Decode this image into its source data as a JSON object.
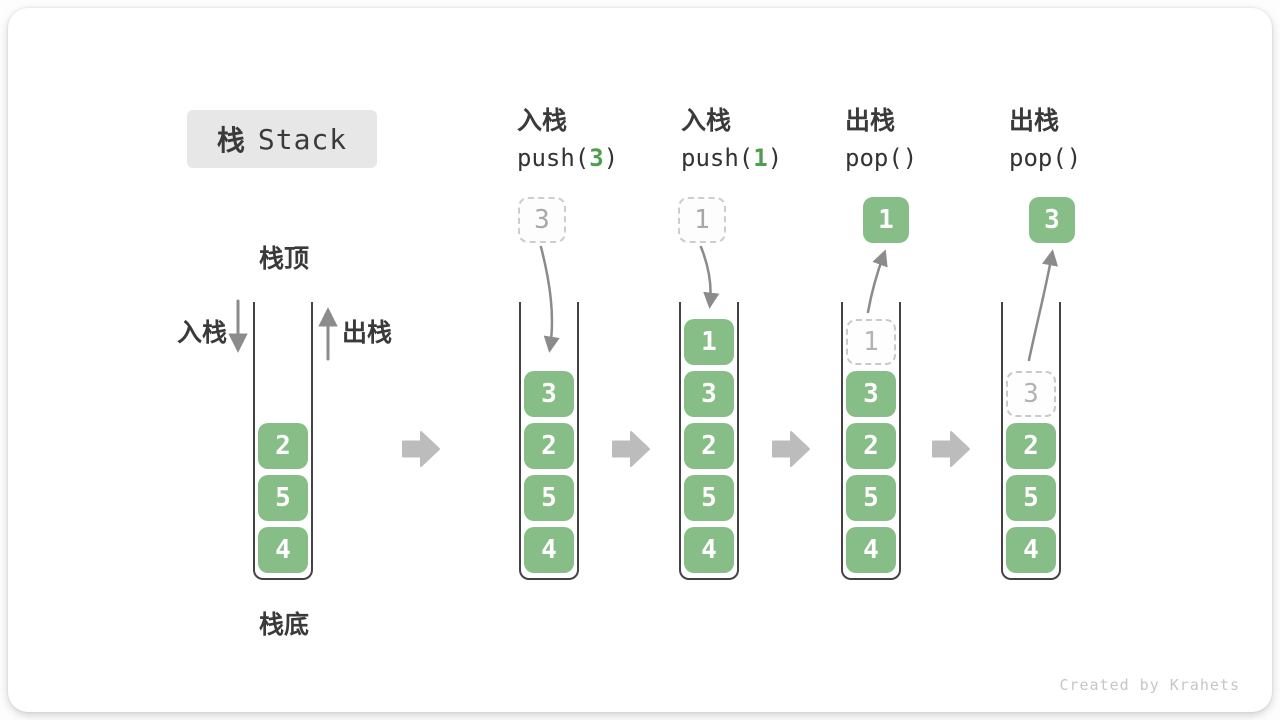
{
  "title": {
    "cn": "栈",
    "en": "Stack"
  },
  "legend": {
    "stack_top": "栈顶",
    "stack_bottom": "栈底",
    "push_label": "入栈",
    "pop_label": "出栈"
  },
  "stages": [
    {
      "role": "initial",
      "stack": [
        "2",
        "5",
        "4"
      ]
    },
    {
      "role": "push",
      "label": "入栈",
      "code": {
        "pre": "push(",
        "arg": "3",
        "post": ")"
      },
      "incoming_value": "3",
      "stack": [
        "3",
        "2",
        "5",
        "4"
      ]
    },
    {
      "role": "push",
      "label": "入栈",
      "code": {
        "pre": "push(",
        "arg": "1",
        "post": ")"
      },
      "incoming_value": "1",
      "stack": [
        "1",
        "3",
        "2",
        "5",
        "4"
      ]
    },
    {
      "role": "pop",
      "label": "出栈",
      "code": {
        "pre": "pop(",
        "arg": "",
        "post": ")"
      },
      "popped_value": "1",
      "ghost_value": "1",
      "stack": [
        "3",
        "2",
        "5",
        "4"
      ]
    },
    {
      "role": "pop",
      "label": "出栈",
      "code": {
        "pre": "pop(",
        "arg": "",
        "post": ")"
      },
      "popped_value": "3",
      "ghost_value": "3",
      "stack": [
        "2",
        "5",
        "4"
      ]
    }
  ],
  "icons": {
    "stage_arrow": "block-right-arrow",
    "push_arrow": "curved-down-arrow",
    "pop_arrow": "curved-up-arrow",
    "push_direction": "straight-down-arrow",
    "pop_direction": "straight-up-arrow"
  },
  "colors": {
    "box_green": "#87be87",
    "code_arg_green": "#4f9e4f",
    "thin_arrow_gray": "#8b8b8b",
    "block_arrow_gray": "#bcbcbc",
    "text_dark": "#3a3a3a",
    "ghost_border": "#c9c9c9",
    "ghost_text": "#a8a8a8",
    "title_bg": "#e7e7e7",
    "beaker_stroke": "#434343",
    "footer_text": "#c6c6c6"
  },
  "footer": {
    "credit": "Created by Krahets"
  }
}
